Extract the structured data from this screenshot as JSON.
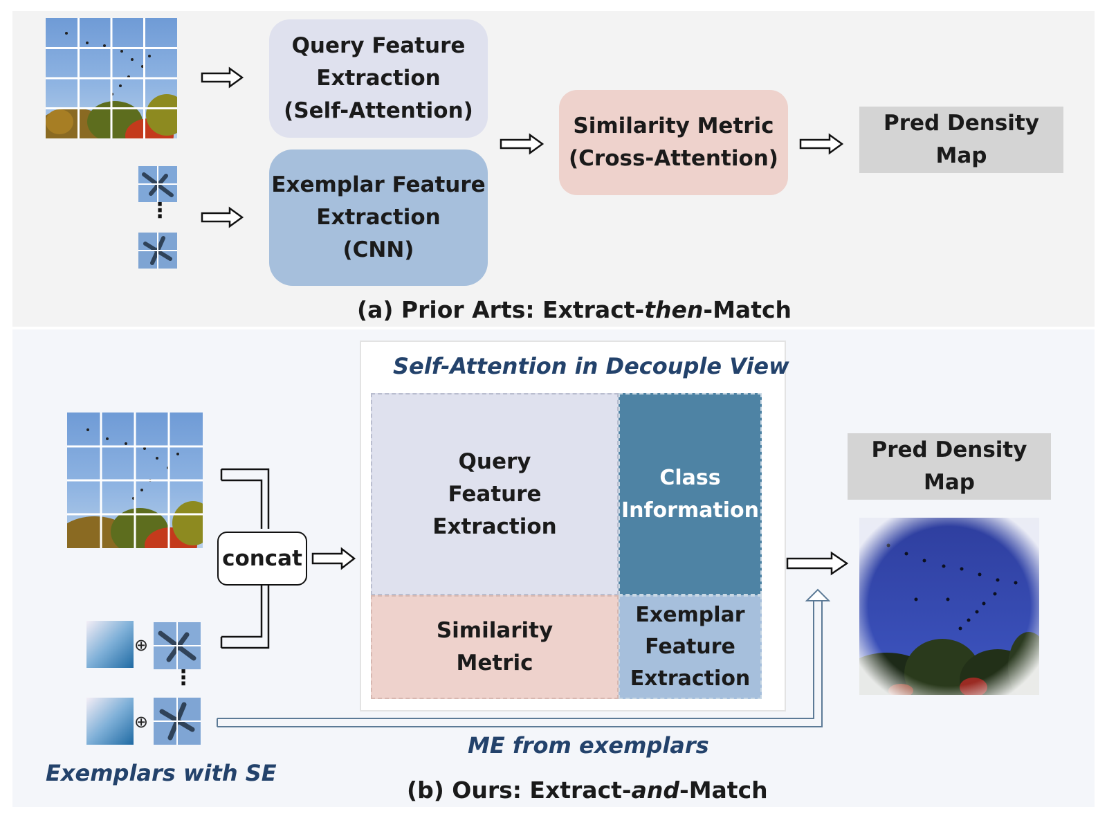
{
  "panel_a": {
    "query_box": "Query Feature\nExtraction\n(Self-Attention)",
    "exemplar_box": "Exemplar Feature\nExtraction\n(CNN)",
    "similarity_box": "Similarity Metric\n(Cross-Attention)",
    "pred_box": "Pred Density Map",
    "caption_pre": "(a) Prior Arts: Extract-",
    "caption_em": "then",
    "caption_post": "-Match"
  },
  "panel_b": {
    "decouple_title": "Self-Attention in Decouple View",
    "query_cell": "Query\nFeature\nExtraction",
    "class_cell": "Class\nInformation",
    "similarity_cell": "Similarity\nMetric",
    "exemplar_cell": "Exemplar\nFeature\nExtraction",
    "concat": "concat",
    "pred_box": "Pred Density Map",
    "me_label": "ME from exemplars",
    "exemplars_label": "Exemplars with SE",
    "oplus": "⊕",
    "caption_pre": "(b) Ours: Extract-",
    "caption_em": "and",
    "caption_post": "-Match"
  },
  "colors": {
    "query": "#dfe1ee",
    "exemplar": "#a6bfdc",
    "similarity": "#eed2cc",
    "pred": "#d4d4d4",
    "class": "#4e83a4",
    "label_blue": "#23426b"
  }
}
